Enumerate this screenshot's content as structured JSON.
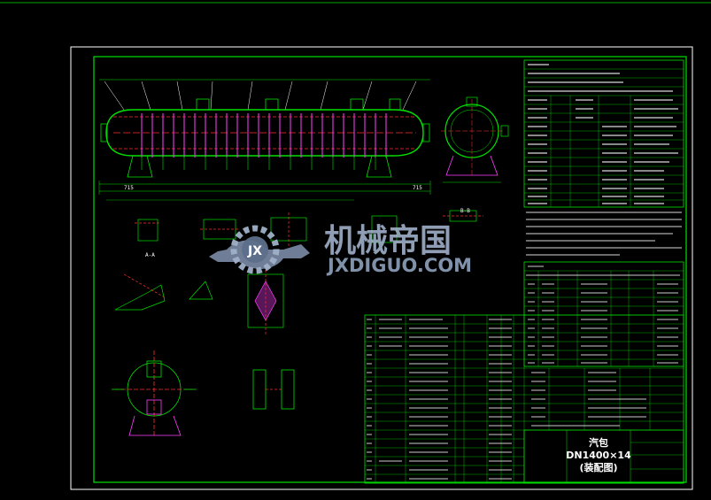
{
  "colors": {
    "background": "#000000",
    "frame": "#ffffff",
    "border": "#00e000",
    "green": "#00e000",
    "magenta": "#ff40ff",
    "red": "#ff3030",
    "yellow": "#ffff00",
    "cyan": "#00e0e0",
    "watermark": "#9fb0c8"
  },
  "watermark": {
    "logo_text": "JX",
    "cn": "机械帝国",
    "en": "JXDIGUO.COM"
  },
  "title_block": {
    "name": "汽包",
    "spec": "DN1400×14",
    "type": "(装配图)"
  },
  "vessel_dims": {
    "left": "715",
    "right": "715"
  },
  "section_markers": {
    "a_a": "A-A",
    "b_b": "B-B"
  }
}
